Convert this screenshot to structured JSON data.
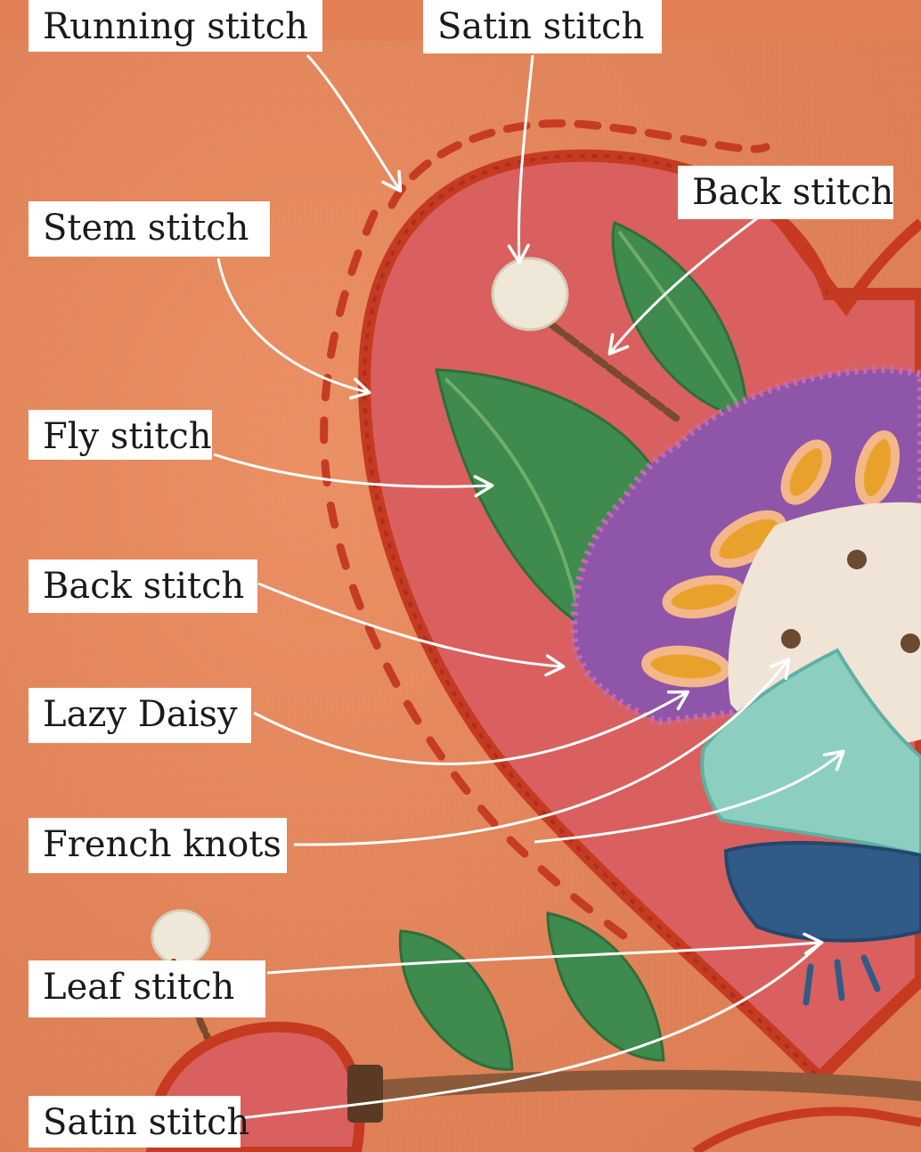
{
  "labels": [
    {
      "id": "running",
      "text": "Running stitch"
    },
    {
      "id": "satin-top",
      "text": "Satin stitch"
    },
    {
      "id": "back-top",
      "text": "Back stitch"
    },
    {
      "id": "stem",
      "text": "Stem stitch"
    },
    {
      "id": "fly",
      "text": "Fly stitch"
    },
    {
      "id": "back-mid",
      "text": "Back stitch"
    },
    {
      "id": "lazy",
      "text": "Lazy Daisy"
    },
    {
      "id": "french",
      "text": "French knots"
    },
    {
      "id": "leaf",
      "text": "Leaf stitch"
    },
    {
      "id": "satin-bottom",
      "text": "Satin stitch"
    }
  ],
  "colors": {
    "fabric": "#e8895e",
    "top_band": "#e27f55",
    "heart_fill": "#d9605e",
    "heart_outline": "#c73a22",
    "leaf_green": "#3f8a4d",
    "purple": "#8e55a8",
    "orange_petal": "#e8a22c",
    "cream": "#efe4d6",
    "teal": "#8ccfc0",
    "navy": "#2f5b86",
    "arrow": "#ffffff"
  }
}
